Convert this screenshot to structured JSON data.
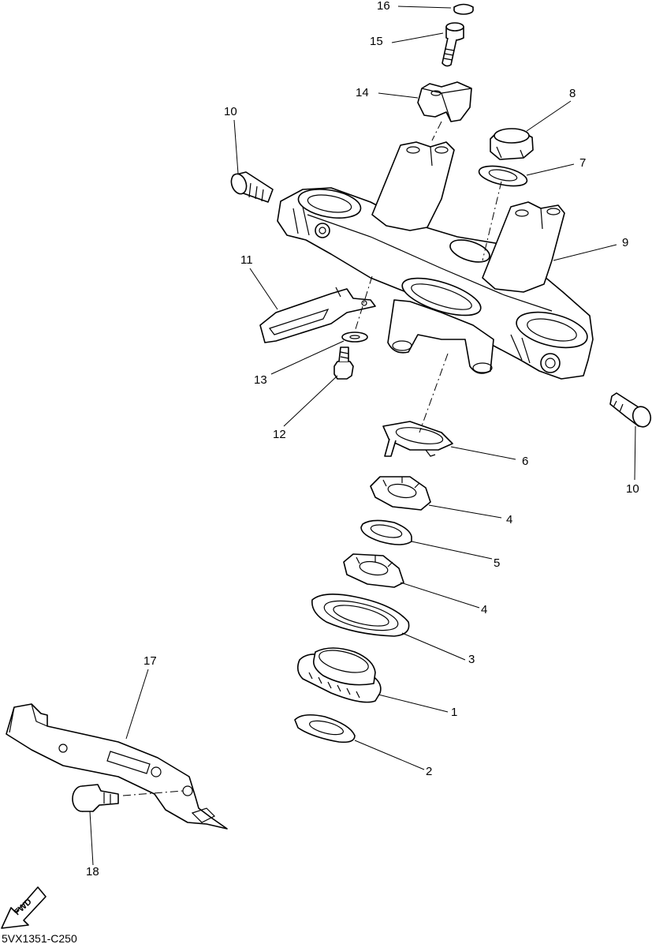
{
  "labels": {
    "p1": "1",
    "p2": "2",
    "p3": "3",
    "p4a": "4",
    "p4b": "4",
    "p5": "5",
    "p6": "6",
    "p7": "7",
    "p8": "8",
    "p9": "9",
    "p10a": "10",
    "p10b": "10",
    "p11": "11",
    "p12": "12",
    "p13": "13",
    "p14": "14",
    "p15": "15",
    "p16": "16",
    "p17": "17",
    "p18": "18"
  },
  "fwd_text": "FWD",
  "diagram_code": "5VX1351-C250"
}
